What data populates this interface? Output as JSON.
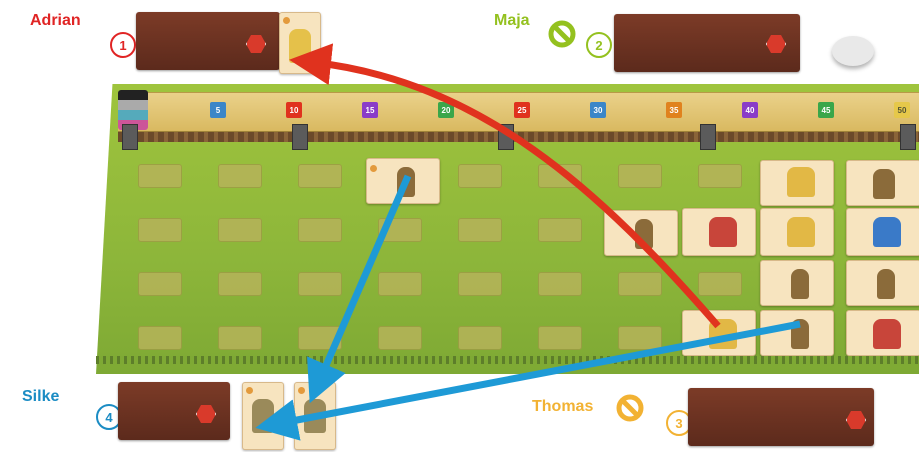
{
  "players": {
    "p1": {
      "name": "Adrian",
      "number": "1",
      "color": "#e02424"
    },
    "p2": {
      "name": "Maja",
      "number": "2",
      "color": "#94c11f"
    },
    "p3": {
      "name": "Thomas",
      "number": "3",
      "color": "#f2b233"
    },
    "p4": {
      "name": "Silke",
      "number": "4",
      "color": "#1b8cc4"
    }
  },
  "score_track": {
    "numbers": [
      "5",
      "10",
      "15",
      "20",
      "25",
      "30",
      "35",
      "40",
      "45",
      "50"
    ]
  },
  "icons": {
    "pass": "no-entry-icon",
    "piece": "gear-token-icon",
    "arrow_red": "red-arrow",
    "arrow_blue": "blue-arrow"
  },
  "colors": {
    "board_grass": "#8db63a",
    "card_back": "#6a3020",
    "card_face": "#f7e4bf",
    "arrow_red": "#e0321e",
    "arrow_blue": "#1e9ad6"
  }
}
